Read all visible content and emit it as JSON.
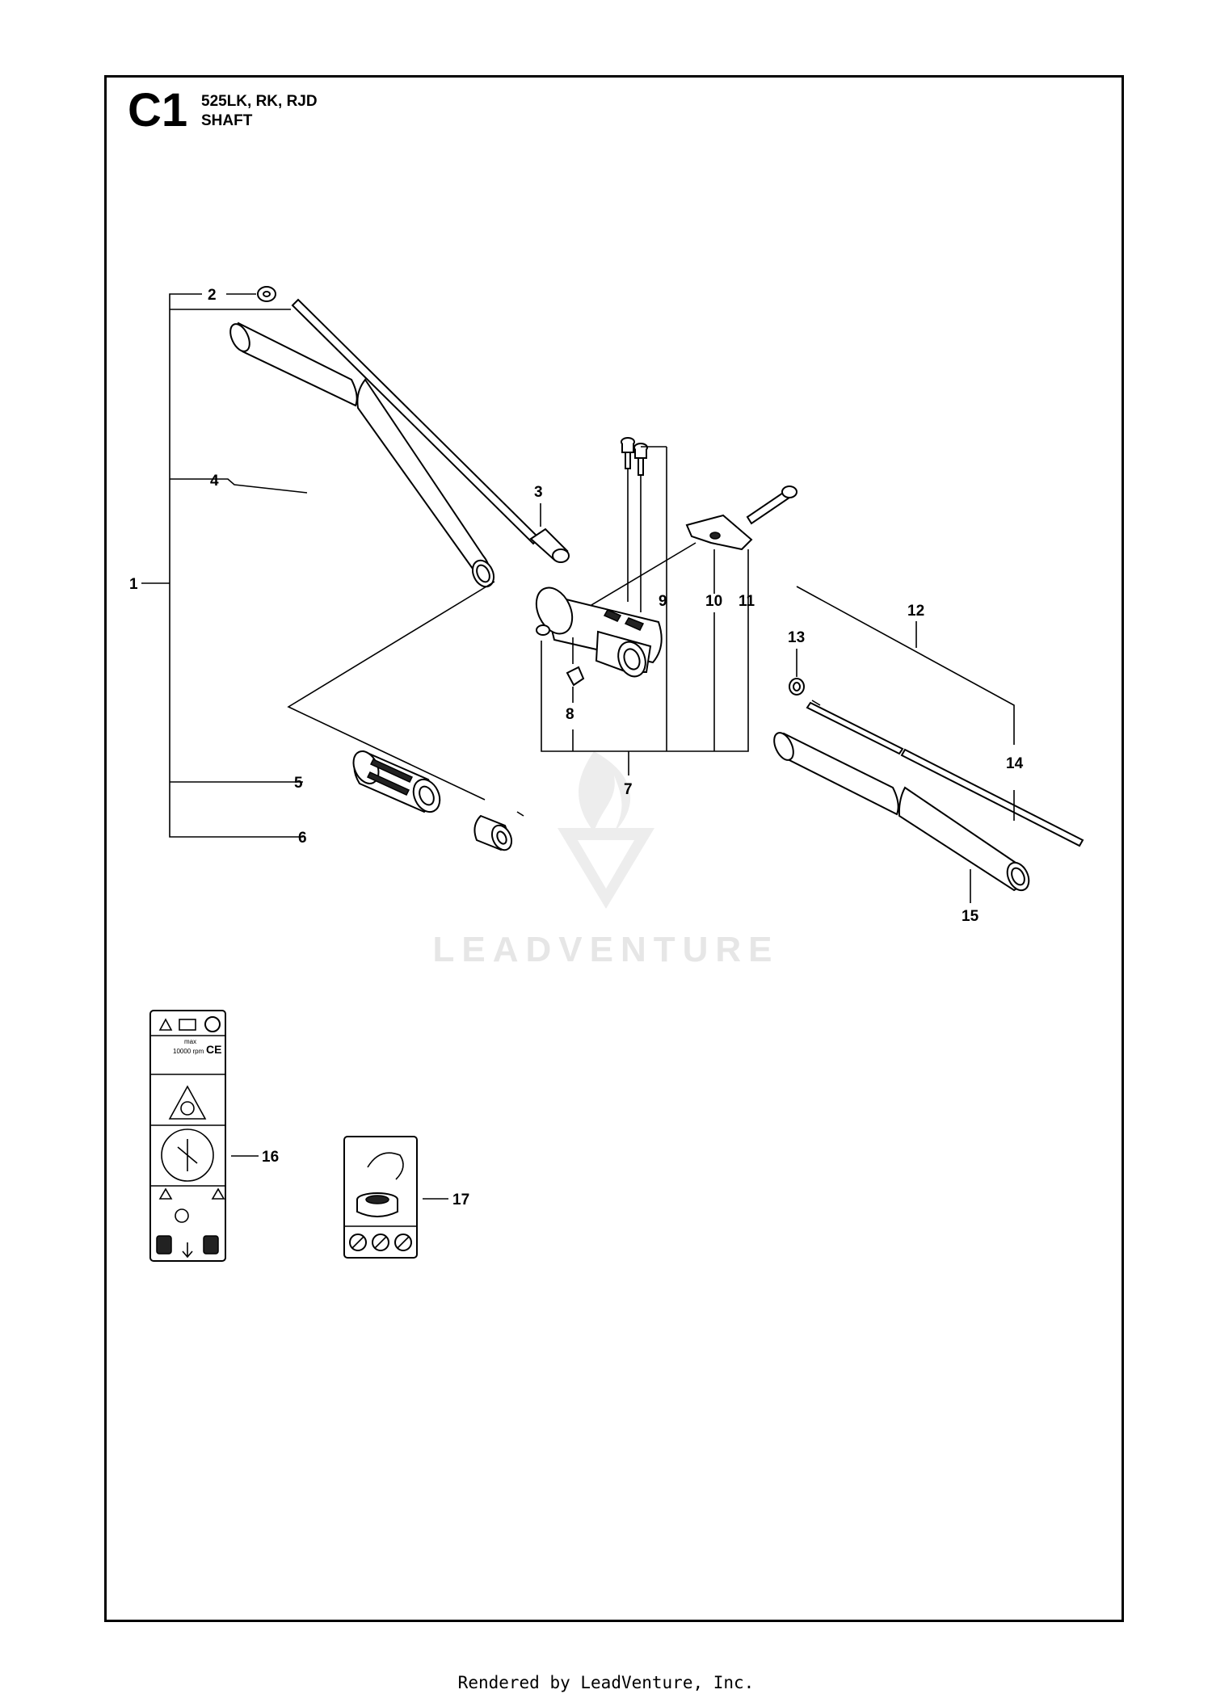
{
  "header": {
    "section_code": "C1",
    "models": "525LK, RK, RJD",
    "section_name": "SHAFT"
  },
  "callouts": [
    {
      "id": "1",
      "label": "1"
    },
    {
      "id": "2",
      "label": "2"
    },
    {
      "id": "3",
      "label": "3"
    },
    {
      "id": "4",
      "label": "4"
    },
    {
      "id": "5",
      "label": "5"
    },
    {
      "id": "6",
      "label": "6"
    },
    {
      "id": "7",
      "label": "7"
    },
    {
      "id": "8",
      "label": "8"
    },
    {
      "id": "9",
      "label": "9"
    },
    {
      "id": "10",
      "label": "10"
    },
    {
      "id": "11",
      "label": "11"
    },
    {
      "id": "12",
      "label": "12"
    },
    {
      "id": "13",
      "label": "13"
    },
    {
      "id": "14",
      "label": "14"
    },
    {
      "id": "15",
      "label": "15"
    },
    {
      "id": "16",
      "label": "16"
    },
    {
      "id": "17",
      "label": "17"
    }
  ],
  "decals": {
    "label_16_text": [
      "max",
      "10000 rpm",
      "CE"
    ]
  },
  "watermark": {
    "text": "LEADVENTURE",
    "color": "#e6e6e6"
  },
  "footer": {
    "text": "Rendered by LeadVenture, Inc."
  }
}
